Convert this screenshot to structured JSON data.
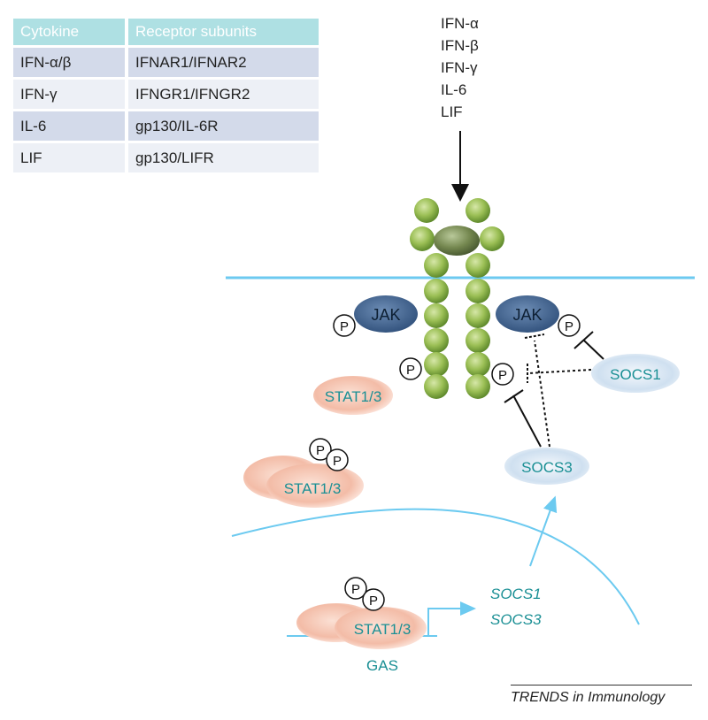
{
  "table": {
    "headers": [
      "Cytokine",
      "Receptor subunits"
    ],
    "rows": [
      [
        "IFN-α/β",
        "IFNAR1/IFNAR2"
      ],
      [
        "IFN-γ",
        "IFNGR1/IFNGR2"
      ],
      [
        "IL-6",
        "gp130/IL-6R"
      ],
      [
        "LIF",
        "gp130/LIFR"
      ]
    ]
  },
  "ligands": [
    "IFN-α",
    "IFN-β",
    "IFN-γ",
    "IL-6",
    "LIF"
  ],
  "labels": {
    "jak_left": "JAK",
    "jak_right": "JAK",
    "phospho": "P",
    "stat_receptor": "STAT1/3",
    "stat_dimer": "STAT1/3",
    "stat_nucleus": "STAT1/3",
    "socs1": "SOCS1",
    "socs3": "SOCS3",
    "gene_socs1": "SOCS1",
    "gene_socs3": "SOCS3",
    "gas": "GAS"
  },
  "credit": "TRENDS in Immunology",
  "colors": {
    "membrane": "#6ccaf0",
    "teal_text": "#1a8f94",
    "jak": "#3b5f8c",
    "receptor_bead": "#8db34a",
    "stat": "#f2b9a4",
    "socs": "#dbe7f3",
    "table_header": "#aee0e3"
  }
}
